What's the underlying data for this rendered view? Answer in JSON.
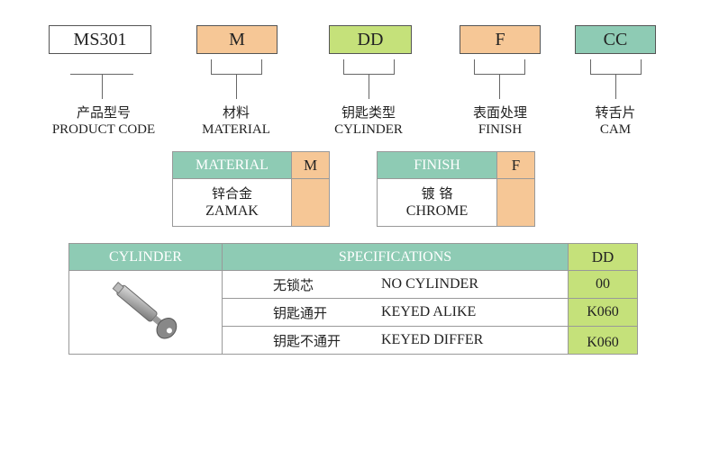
{
  "codes": [
    {
      "code": "MS301",
      "cn": "产品型号",
      "en": "PRODUCT CODE",
      "color": "#ffffff"
    },
    {
      "code": "M",
      "cn": "材料",
      "en": "MATERIAL",
      "color": "#f6c796"
    },
    {
      "code": "DD",
      "cn": "钥匙类型",
      "en": "CYLINDER",
      "color": "#c5e17a"
    },
    {
      "code": "F",
      "cn": "表面处理",
      "en": "FINISH",
      "color": "#f6c796"
    },
    {
      "code": "CC",
      "cn": "转舌片",
      "en": "CAM",
      "color": "#8ecbb4"
    }
  ],
  "material_table": {
    "header": "MATERIAL",
    "code": "M",
    "cn": "锌合金",
    "en": "ZAMAK"
  },
  "finish_table": {
    "header": "FINISH",
    "code": "F",
    "cn": "镀 铬",
    "en": "CHROME"
  },
  "cylinder_table": {
    "headers": [
      "CYLINDER",
      "SPECIFICATIONS",
      "DD"
    ],
    "rows": [
      {
        "cn": "无锁芯",
        "en": "NO CYLINDER",
        "code": "00"
      },
      {
        "cn": "钥匙通开",
        "en": "KEYED ALIKE",
        "code": "K060"
      },
      {
        "cn": "钥匙不通开",
        "en": "KEYED DIFFER",
        "code": "K060"
      }
    ]
  },
  "colors": {
    "teal": "#8ecbb4",
    "orange": "#f6c796",
    "green": "#c5e17a"
  }
}
